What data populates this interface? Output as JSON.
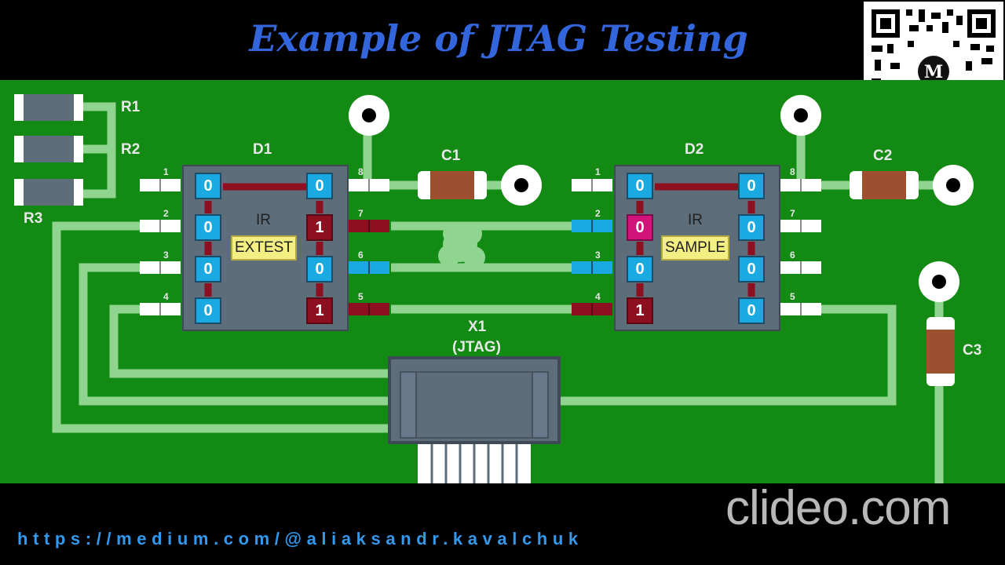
{
  "title": "Example of JTAG Testing",
  "qr": {
    "badge": "M"
  },
  "board": {
    "resistors": [
      "R1",
      "R2",
      "R3"
    ],
    "capacitors": [
      "C1",
      "C2",
      "C3"
    ],
    "connector": {
      "name": "X1",
      "subtitle": "(JTAG)"
    },
    "d1": {
      "name": "D1",
      "ir_label": "IR",
      "mode": "EXTEST",
      "left_pins": [
        "1",
        "2",
        "3",
        "4"
      ],
      "right_pins": [
        "8",
        "7",
        "6",
        "5"
      ],
      "left_cells": [
        "0",
        "0",
        "0",
        "0"
      ],
      "right_cells": [
        "0",
        "1",
        "0",
        "1"
      ]
    },
    "d2": {
      "name": "D2",
      "ir_label": "IR",
      "mode": "SAMPLE",
      "left_pins": [
        "1",
        "2",
        "3",
        "4"
      ],
      "right_pins": [
        "8",
        "7",
        "6",
        "5"
      ],
      "left_cells": [
        "0",
        "0",
        "0",
        "1"
      ],
      "right_cells": [
        "0",
        "0",
        "0",
        "0"
      ]
    }
  },
  "footer": {
    "url": "https://medium.com/@aliaksandr.kavalchuk",
    "watermark": "clideo.com"
  },
  "colors": {
    "board": "#138a13",
    "trace": "#8fd48f",
    "cell_zero": "#1aa9e0",
    "cell_one": "#8c1020",
    "cell_highlight": "#d1137a",
    "title": "#3366dd"
  }
}
